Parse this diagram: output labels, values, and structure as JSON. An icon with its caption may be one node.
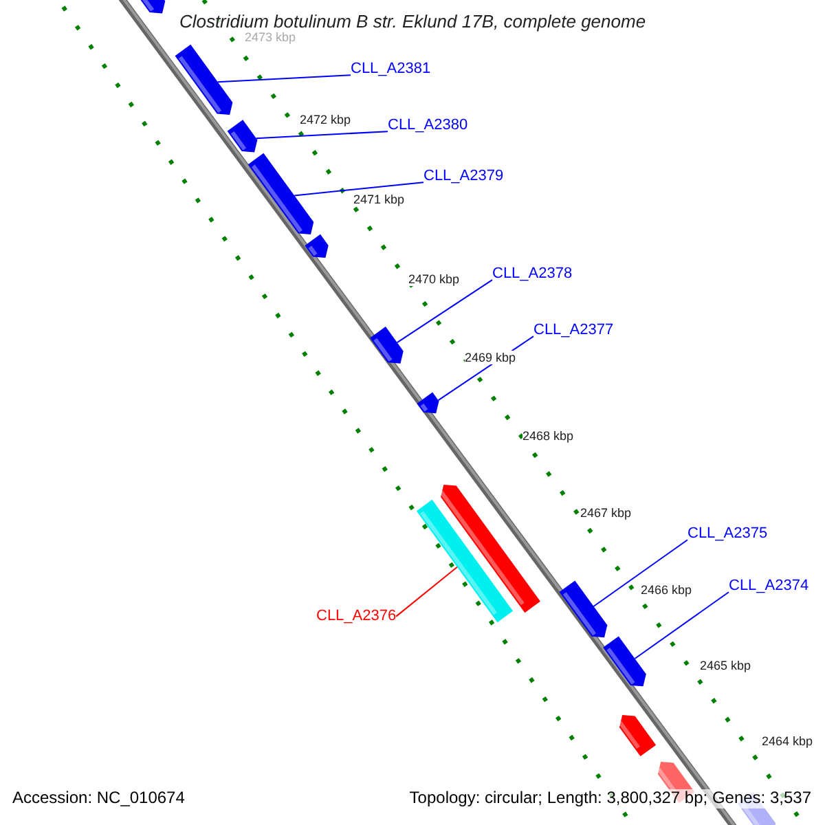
{
  "diagram": {
    "title": "Clostridium botulinum B str. Eklund 17B, complete genome",
    "nodes": [
      {
        "text": [],
        "shape": "bar"
      },
      {
        "text": [],
        "shape": "bar"
      },
      {
        "text": [
          "CLL_A2381"
        ]
      },
      {
        "text": [],
        "shape": "bar"
      },
      {
        "text": [
          "CLL_A2380"
        ]
      },
      {
        "text": [],
        "shape": "bar"
      },
      {
        "text": [
          "CLL_A2379"
        ]
      },
      {
        "text": [],
        "shape": "bar"
      },
      {
        "text": [
          "CLL_A2378"
        ]
      },
      {
        "text": [],
        "shape": "bar"
      },
      {
        "text": [
          "CLL_A2377"
        ]
      },
      {
        "text": [],
        "shape": "bar"
      },
      {
        "text": [],
        "shape": "bar"
      },
      {
        "text": [],
        "shape": "bar"
      },
      {
        "text": [
          "CLL_A2375"
        ]
      },
      {
        "text": [
          "CLL_A2376"
        ]
      },
      {
        "text": [],
        "shape": "bar"
      },
      {
        "text": [
          "CLL_A2374"
        ]
      },
      {
        "text": [],
        "shape": "bar"
      },
      {
        "text": [],
        "shape": "bar"
      },
      {
        "text": [],
        "shape": "bar"
      },
      {
        "text": [],
        "shape": "bar"
      }
    ],
    "edges": [
      {
        "from": 2,
        "to": 1,
        "arrow": "none"
      },
      {
        "from": 4,
        "to": 3,
        "arrow": "none"
      },
      {
        "from": 6,
        "to": 5,
        "arrow": "none"
      },
      {
        "from": 8,
        "to": 9,
        "arrow": "none"
      },
      {
        "from": 10,
        "to": 11,
        "arrow": "none"
      },
      {
        "from": 15,
        "to": 13,
        "arrow": "none",
        "color": "#ff0000"
      },
      {
        "from": 14,
        "to": 16,
        "arrow": "none"
      },
      {
        "from": 17,
        "to": 18,
        "arrow": "none"
      }
    ],
    "labels": [
      "2473 kbp",
      "2472 kbp",
      "2471 kbp",
      "2470 kbp",
      "2469 kbp",
      "2468 kbp",
      "2467 kbp",
      "2466 kbp",
      "2465 kbp",
      "2464 kbp",
      "Accession: NC_010674",
      "Topology: circular; Length: 3,800,327 bp; Genes: 3,537"
    ]
  }
}
